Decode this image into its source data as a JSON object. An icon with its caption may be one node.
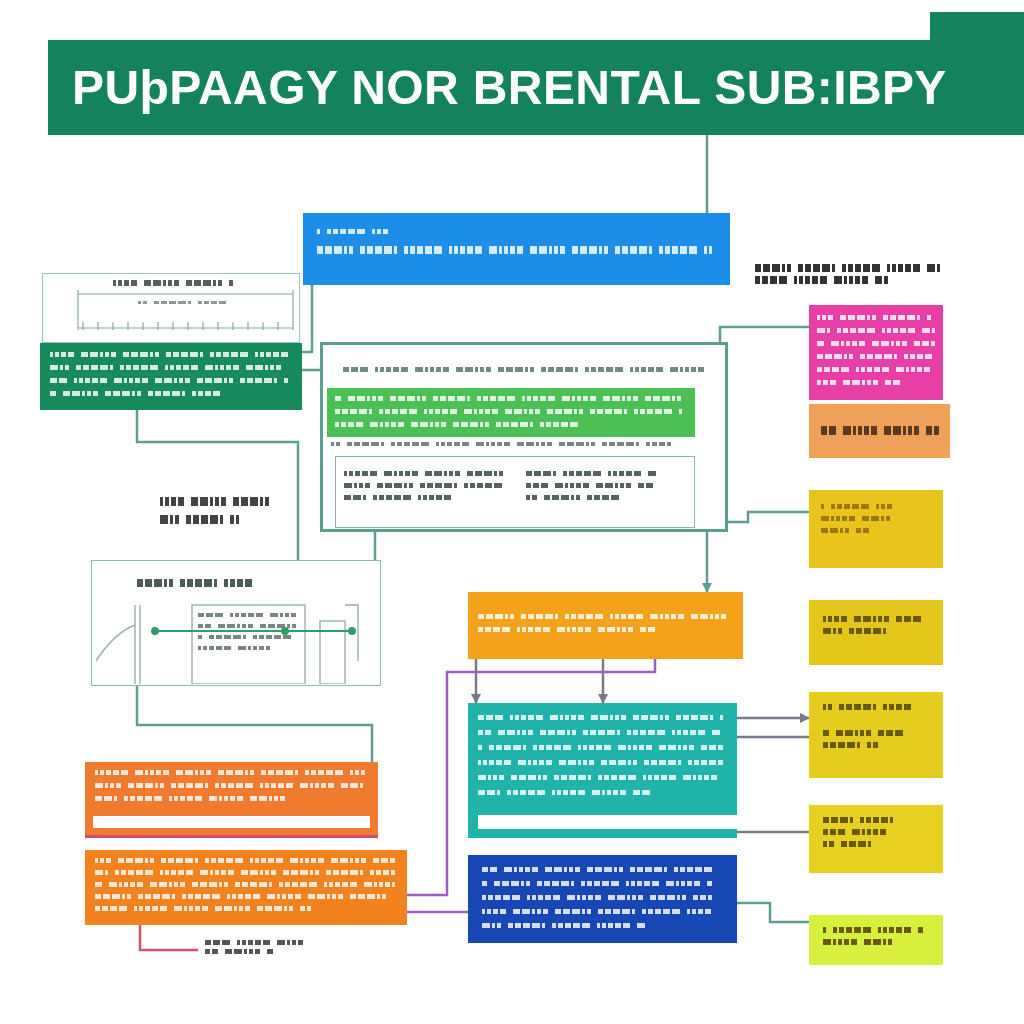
{
  "diagram": {
    "nodes": [
      {
        "text": [
          "PUþPAAGY NOR BRENTAL SUB:IBPY"
        ]
      },
      {
        "text": [],
        "shape": "box"
      },
      {
        "text": [],
        "shape": "box"
      },
      {
        "text": [],
        "shape": "box"
      },
      {
        "text": [],
        "shape": "box"
      },
      {
        "text": [],
        "shape": "box",
        "in": 4
      },
      {
        "text": [],
        "shape": "box",
        "in": 4
      },
      {
        "text": [],
        "shape": "box"
      },
      {
        "text": [],
        "shape": "box"
      },
      {
        "text": [],
        "shape": "box"
      },
      {
        "text": [],
        "shape": "box"
      },
      {
        "text": [],
        "shape": "box"
      },
      {
        "text": [],
        "shape": "box"
      },
      {
        "text": [],
        "shape": "box"
      },
      {
        "text": [],
        "shape": "box"
      },
      {
        "text": [],
        "shape": "box"
      },
      {
        "text": [],
        "shape": "box"
      },
      {
        "text": [],
        "shape": "box"
      },
      {
        "text": [],
        "shape": "box"
      },
      {
        "text": [],
        "shape": "box"
      }
    ],
    "edges": [
      {
        "from": 0,
        "to": 1,
        "arrow": "none"
      },
      {
        "from": 1,
        "to": 3,
        "arrow": "none"
      },
      {
        "from": 3,
        "to": 4,
        "arrow": "none"
      },
      {
        "from": 3,
        "to": 10,
        "arrow": "none"
      },
      {
        "from": 4,
        "to": 7,
        "arrow": "none"
      },
      {
        "from": 4,
        "to": 9,
        "arrow": "none"
      },
      {
        "from": 4,
        "to": 11,
        "arrow": "to"
      },
      {
        "from": 4,
        "to": 10,
        "arrow": "none"
      },
      {
        "from": 10,
        "to": 15,
        "arrow": "none"
      },
      {
        "from": 11,
        "to": 13,
        "arrow": "to",
        "color": "#7a7a8c"
      },
      {
        "from": 11,
        "to": 13,
        "arrow": "to",
        "color": "#7a7a8c"
      },
      {
        "from": 17,
        "to": 11,
        "arrow": "none",
        "color": "#9b5fc0"
      },
      {
        "from": 17,
        "to": 18,
        "arrow": "none",
        "color": "#9b5fc0"
      },
      {
        "from": 13,
        "to": 14,
        "arrow": "to",
        "color": "#7a7a8c"
      },
      {
        "from": 13,
        "to": 14,
        "arrow": "none",
        "color": "#7a7a8c"
      },
      {
        "from": 13,
        "to": 16,
        "arrow": "none",
        "color": "#7a7a8c"
      },
      {
        "from": 18,
        "to": 19,
        "arrow": "none"
      },
      {
        "from": 17,
        "to": null,
        "arrow": "none",
        "color": "#d0506a"
      }
    ]
  }
}
